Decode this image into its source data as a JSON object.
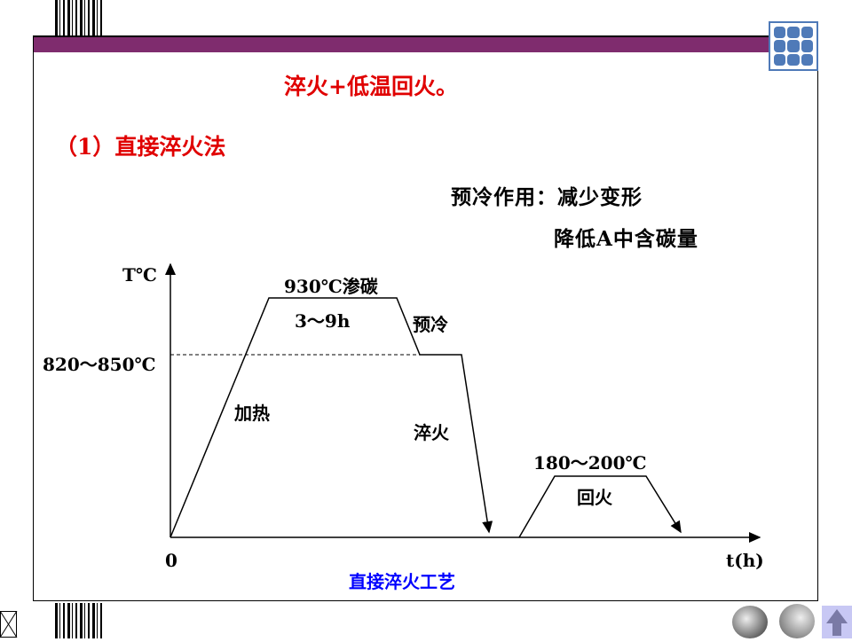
{
  "title": "淬火+低温回火。",
  "section": "（1）直接淬火法",
  "note_line1": "预冷作用：减少变形",
  "note_line2": "降低A中含碳量",
  "diagram": {
    "y_axis_label": "T℃",
    "x_axis_label": "t(h)",
    "origin_label": "0",
    "carburize_temp": "930℃渗碳",
    "carburize_time": "3～9h",
    "precool": "预冷",
    "quench_temp": "820～850℃",
    "heating": "加热",
    "quench": "淬火",
    "temper_temp": "180～200℃",
    "temper": "回火",
    "caption": "直接淬火工艺"
  },
  "colors": {
    "band": "#7f2c6e",
    "title": "#e00000",
    "caption": "#0000ff"
  }
}
